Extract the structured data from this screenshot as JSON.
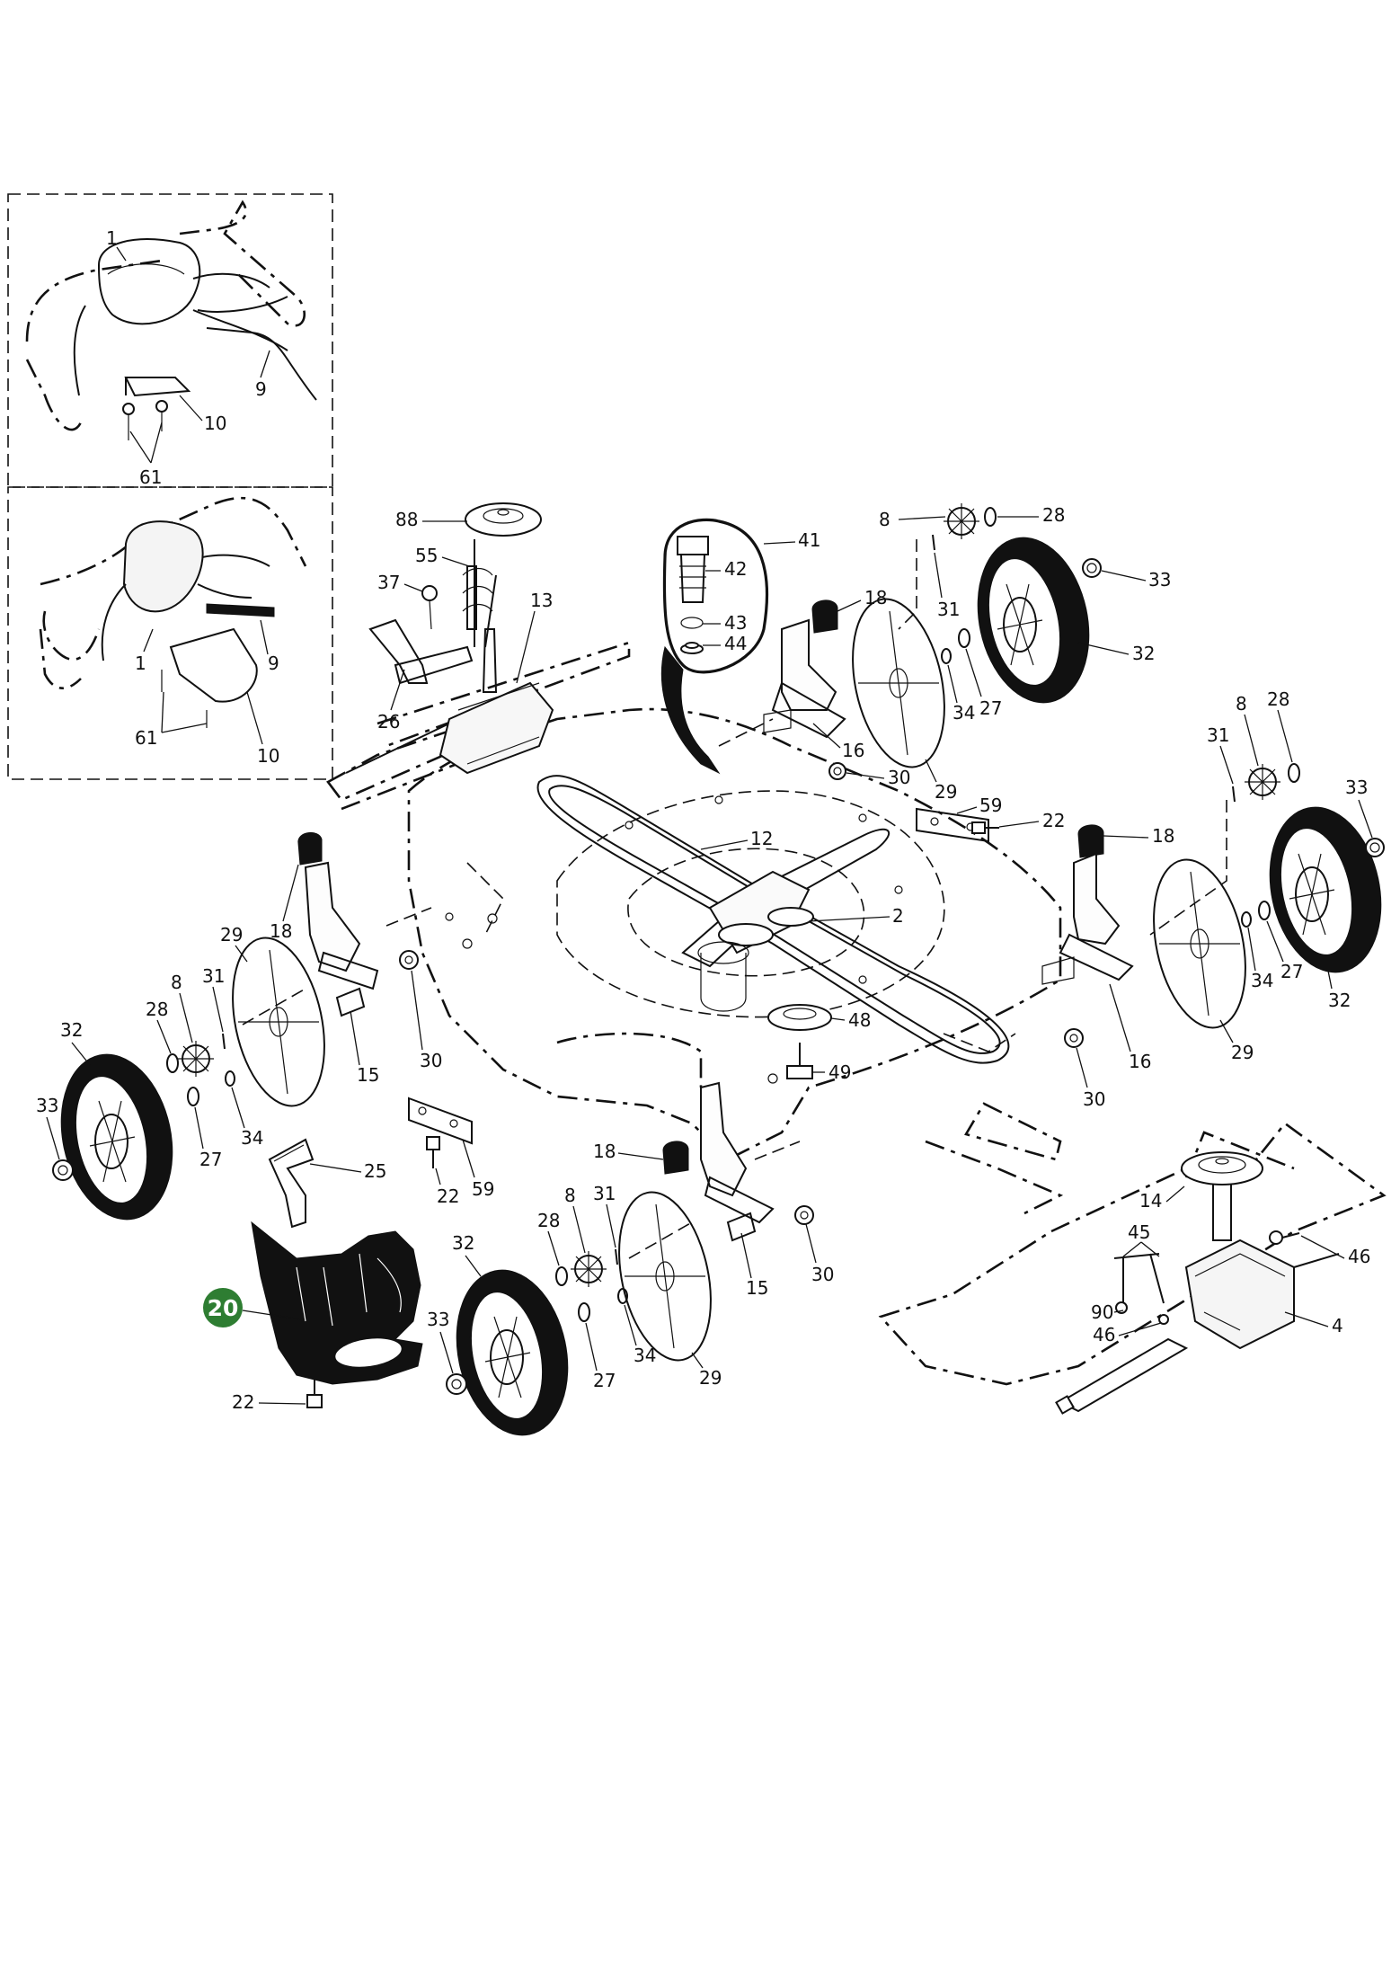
{
  "highlight": {
    "label": "20",
    "color": "#2e7d32"
  },
  "labels": {
    "inset1_1": "1",
    "inset1_9": "9",
    "inset1_10": "10",
    "inset1_61": "61",
    "inset2_1": "1",
    "inset2_9": "9",
    "inset2_10": "10",
    "inset2_61": "61",
    "p88": "88",
    "p55": "55",
    "p37": "37",
    "p13": "13",
    "p26": "26",
    "p41": "41",
    "p42": "42",
    "p43": "43",
    "p44": "44",
    "p18a": "18",
    "p16a": "16",
    "p30a": "30",
    "p29a": "29",
    "p8a": "8",
    "p28a": "28",
    "p33a": "33",
    "p31a": "31",
    "p32a": "32",
    "p34a": "34",
    "p27a": "27",
    "p59a": "59",
    "p22a": "22",
    "p12": "12",
    "p2": "2",
    "p48": "48",
    "p49": "49",
    "p8b": "8",
    "p28b": "28",
    "p31b": "31",
    "p33b": "33",
    "p18b": "18",
    "p34b": "34",
    "p27b": "27",
    "p32b": "32",
    "p29b": "29",
    "p16b": "16",
    "p30b": "30",
    "p18c": "18",
    "p29c": "29",
    "p8c": "8",
    "p31c": "31",
    "p28c": "28",
    "p32c": "32",
    "p33c": "33",
    "p15a": "15",
    "p30c": "30",
    "p34c": "34",
    "p27c": "27",
    "p25": "25",
    "p22b": "22",
    "p59b": "59",
    "p18d": "18",
    "p8d": "8",
    "p31d": "31",
    "p28d": "28",
    "p32d": "32",
    "p33d": "33",
    "p34d": "34",
    "p27d": "27",
    "p29d": "29",
    "p15b": "15",
    "p30d": "30",
    "p22c": "22",
    "p14": "14",
    "p45": "45",
    "p46a": "46",
    "p90": "90",
    "p46b": "46",
    "p4": "4"
  },
  "icons": {
    "highlight_marker": "filled-circle"
  }
}
